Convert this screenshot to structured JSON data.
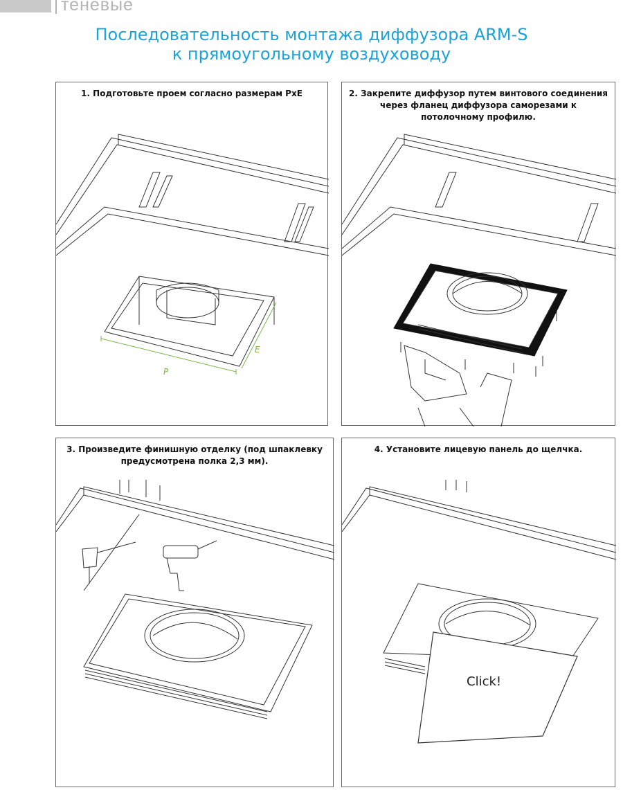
{
  "header": {
    "tab_label": "теневые",
    "title_line1": "Последовательность монтажа диффузора ARM-S",
    "title_line2": "к прямоугольному воздуховоду",
    "title_color": "#1ba3d8"
  },
  "steps": [
    {
      "caption": "1. Подготовьте проем согласно размерам PxE",
      "dim_p": "P",
      "dim_e": "E"
    },
    {
      "caption": "2. Закрепите диффузор путем винтового соединения через фланец диффузора саморезами к потолочному профилю."
    },
    {
      "caption": "3. Произведите финишную отделку (под шпаклевку предусмотрена полка 2,3 мм)."
    },
    {
      "caption": "4. Установите лицевую панель до щелчка.",
      "click_text": "Click!"
    }
  ],
  "colors": {
    "dimension": "#7ab648",
    "line": "#333333"
  }
}
